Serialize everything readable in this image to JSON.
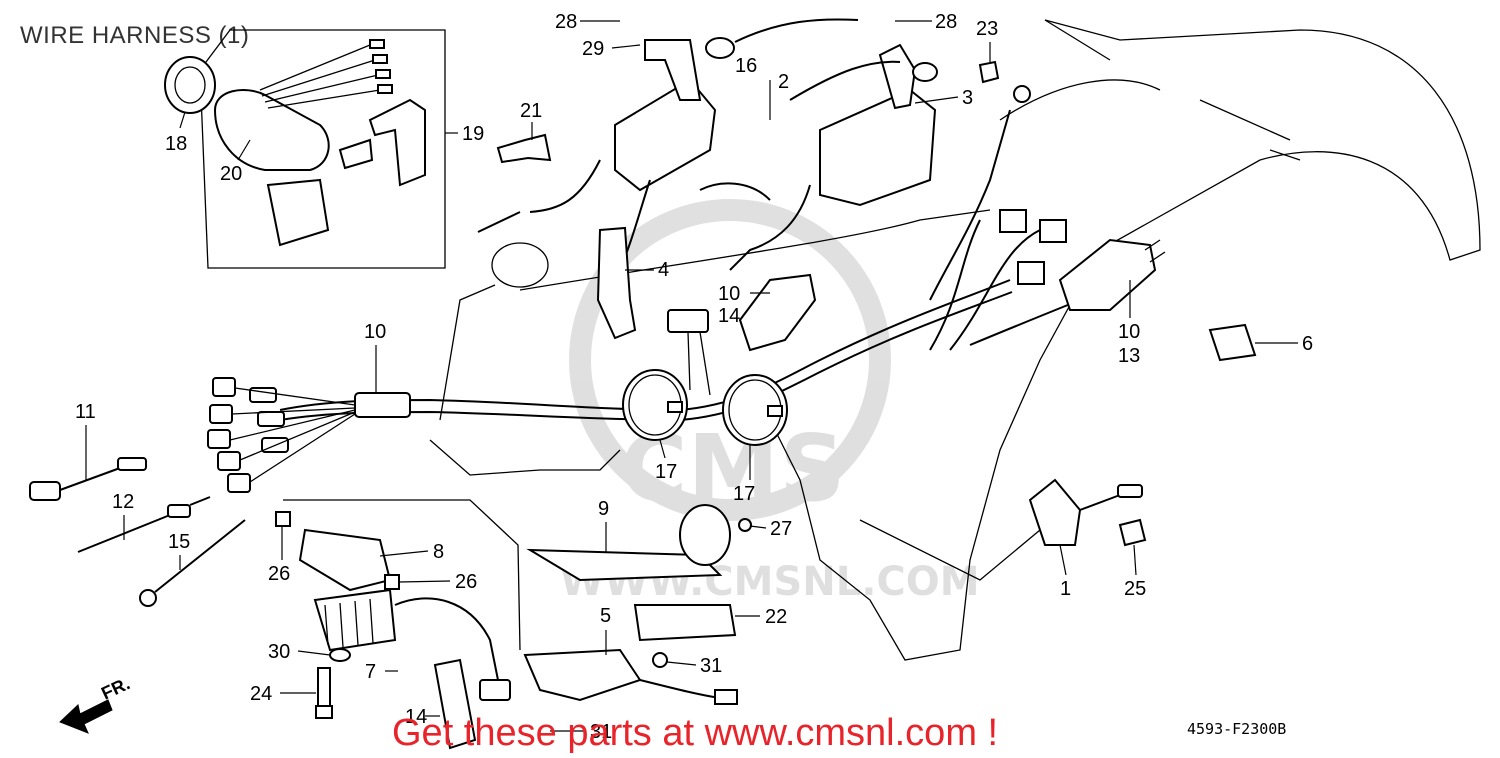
{
  "title": "WIRE HARNESS (1)",
  "promo_text": "Get these parts at www.cmsnl.com !",
  "diagram_code": "4593-F2300B",
  "watermark": {
    "brand": "CMS",
    "url": "WWW.CMSNL.COM"
  },
  "front_arrow_label": "FR.",
  "callouts": [
    {
      "id": "c-28a",
      "label": "28"
    },
    {
      "id": "c-28b",
      "label": "28"
    },
    {
      "id": "c-29",
      "label": "29"
    },
    {
      "id": "c-16",
      "label": "16"
    },
    {
      "id": "c-2",
      "label": "2"
    },
    {
      "id": "c-23",
      "label": "23"
    },
    {
      "id": "c-3",
      "label": "3"
    },
    {
      "id": "c-18",
      "label": "18"
    },
    {
      "id": "c-20",
      "label": "20"
    },
    {
      "id": "c-19",
      "label": "19"
    },
    {
      "id": "c-21",
      "label": "21"
    },
    {
      "id": "c-4",
      "label": "4"
    },
    {
      "id": "c-10a",
      "label": "10"
    },
    {
      "id": "c-14a",
      "label": "14"
    },
    {
      "id": "c-10b",
      "label": "10"
    },
    {
      "id": "c-10c",
      "label": "10"
    },
    {
      "id": "c-13",
      "label": "13"
    },
    {
      "id": "c-6",
      "label": "6"
    },
    {
      "id": "c-11",
      "label": "11"
    },
    {
      "id": "c-12",
      "label": "12"
    },
    {
      "id": "c-15",
      "label": "15"
    },
    {
      "id": "c-17a",
      "label": "17"
    },
    {
      "id": "c-17b",
      "label": "17"
    },
    {
      "id": "c-9",
      "label": "9"
    },
    {
      "id": "c-27",
      "label": "27"
    },
    {
      "id": "c-8",
      "label": "8"
    },
    {
      "id": "c-26a",
      "label": "26"
    },
    {
      "id": "c-26b",
      "label": "26"
    },
    {
      "id": "c-1",
      "label": "1"
    },
    {
      "id": "c-25",
      "label": "25"
    },
    {
      "id": "c-5",
      "label": "5"
    },
    {
      "id": "c-22",
      "label": "22"
    },
    {
      "id": "c-30",
      "label": "30"
    },
    {
      "id": "c-7",
      "label": "7"
    },
    {
      "id": "c-31a",
      "label": "31"
    },
    {
      "id": "c-24",
      "label": "24"
    },
    {
      "id": "c-14b",
      "label": "14"
    },
    {
      "id": "c-31b",
      "label": "31"
    }
  ]
}
